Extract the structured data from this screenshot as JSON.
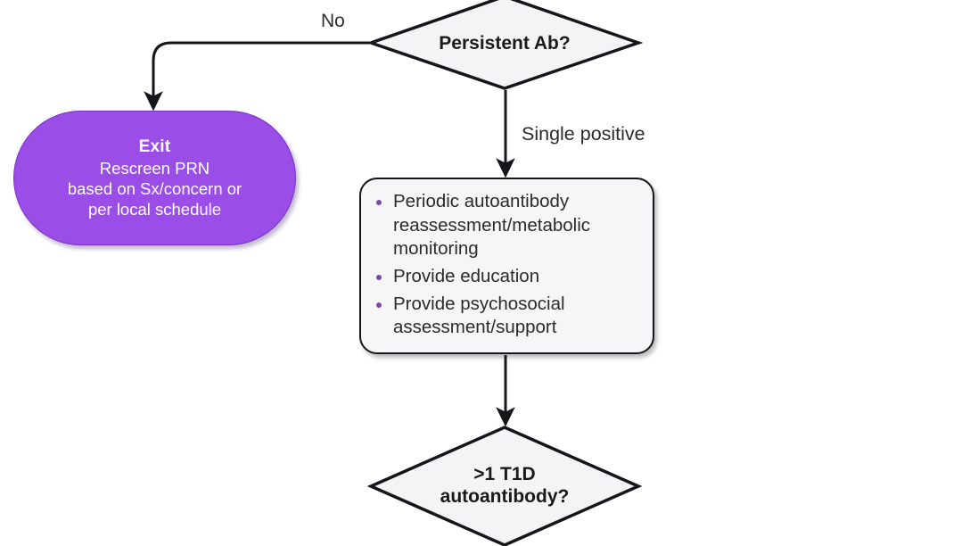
{
  "diagram": {
    "title": "T1D autoantibody screening pathway (partial flowchart)",
    "background_color": "#ffffff",
    "accent_purple": "#9B4DE8",
    "bullet_purple": "#7B4AA6",
    "line_color": "#15161a",
    "nodes": {
      "persistent_ab": {
        "type": "decision",
        "label": "Persistent Ab?"
      },
      "exit": {
        "type": "terminator",
        "title": "Exit",
        "body": "Rescreen PRN\nbased on Sx/concern or\nper local schedule"
      },
      "monitoring": {
        "type": "process",
        "bullets": [
          "Periodic autoantibody reassessment/metabolic monitoring",
          "Provide education",
          "Provide psychosocial assessment/support"
        ]
      },
      "multiple_ab": {
        "type": "decision",
        "label": ">1 T1D\nautoantibody?"
      }
    },
    "edges": {
      "no_label": "No",
      "single_positive_label": "Single positive"
    }
  }
}
